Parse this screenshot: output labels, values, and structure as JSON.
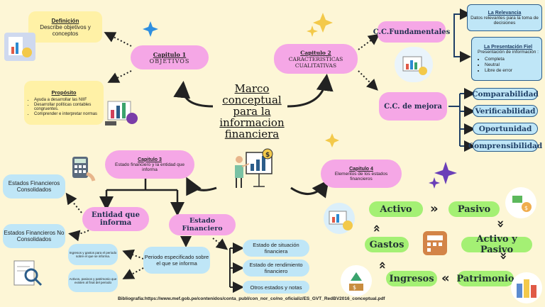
{
  "center": {
    "title": "Marco conceptual para la informacion financiera"
  },
  "cap1": {
    "label": "Capitulo 1",
    "title": "OBJETIVOS"
  },
  "cap2": {
    "label": "Capitulo 2",
    "title": "CARACTERISTICAS CUALITATIVAS"
  },
  "cap3": {
    "label": "Capitulo 3",
    "title": "Estado financiero y la entidad que informa"
  },
  "cap4": {
    "label": "Capitulo 4",
    "title": "Elementos de los estados financieros"
  },
  "definicion": {
    "title": "Definición",
    "text": "Describe objetivos y conceptos"
  },
  "proposito": {
    "title": "Propósito",
    "items": [
      "Ayuda a desarrollar las NIIF",
      "Desarrollar políticas contables congruentes.",
      "Comprender e interpretar normas"
    ]
  },
  "cc_fundamentales": {
    "label": "C.C.Fundamentales"
  },
  "cc_mejora": {
    "label": "C.C. de mejora"
  },
  "relevancia": {
    "title": "La Relevancia",
    "text": "Datos relevantes para la toma de decisiones"
  },
  "presentacion": {
    "title": "La Presentación Fiel",
    "text": "Presentación de información :",
    "items": [
      "Completa",
      "Neutral",
      "Libre de error"
    ]
  },
  "mejora_items": [
    "Comparabilidad",
    "Verificabilidad",
    "Oportunidad",
    "Comprensibilidad"
  ],
  "entidad": {
    "label": "Entidad que informa"
  },
  "estado_fin": {
    "label": "Estado Financiero"
  },
  "consolidados": {
    "label": "Estados Financieros Consolidados"
  },
  "no_consolidados": {
    "label": "Estados Financieros No Consolidados"
  },
  "periodo": {
    "label": "Periodo especificado sobre el que se informa"
  },
  "ingresos_gastos": {
    "label": "Ingresos y gastos para el periodo sobre el que se informa."
  },
  "activos_pasivos": {
    "label": "Activos, pasivos y patrimonio que existen al final del periodo"
  },
  "ef_items": [
    "Estado de situación financiera",
    "Estado de rendimiento financiero",
    "Otros estados y notas"
  ],
  "elementos": {
    "activo": "Activo",
    "pasivo": "Pasivo",
    "activo_pasivo": "Activo y Pasivo",
    "patrimonio": "Patrimonio",
    "ingresos": "Ingresos",
    "gastos": "Gastos"
  },
  "bibliografia": "Bibliografia:https://www.mef.gob.pe/contenidos/conta_publ/con_nor_co/no_oficializ/ES_GVT_RedBV2016_conceptual.pdf",
  "colors": {
    "background": "#fdf6d6",
    "pink": "#f5a7e6",
    "yellow": "#fff1a6",
    "blue": "#bfe6f7",
    "green": "#a4f074"
  }
}
